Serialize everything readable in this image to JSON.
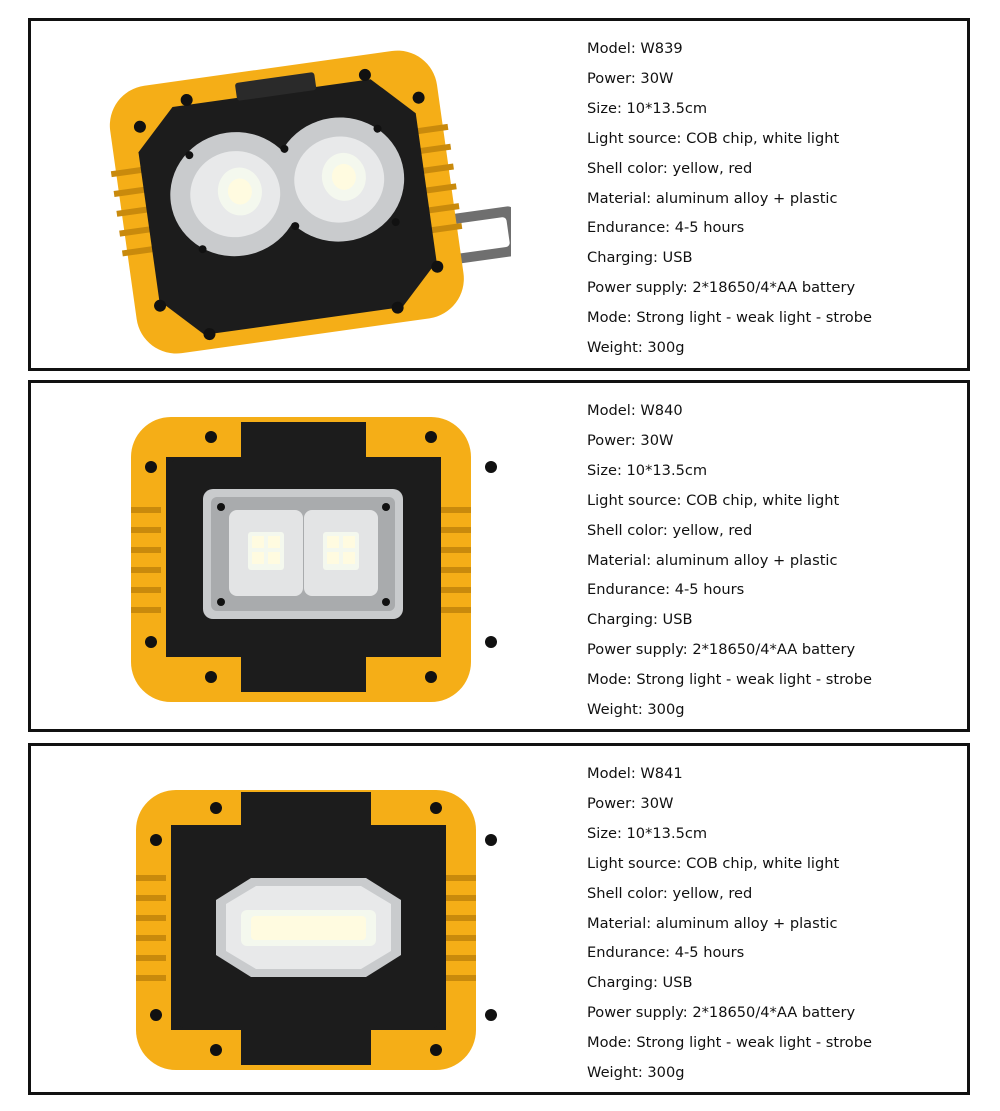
{
  "colors": {
    "shell": "#f5ae17",
    "shell_dark": "#c98a0c",
    "body": "#1c1c1c",
    "reflector": "#c9cbcd",
    "light": "#f4f8ee",
    "frame": "#111111"
  },
  "products": [
    {
      "image_icon": "dual-round-cob-floodlight-icon",
      "specs": [
        "Model: W839",
        "Power: 30W",
        "Size: 10*13.5cm",
        "Light source: COB chip, white light",
        "Shell color: yellow, red",
        "Material: aluminum alloy + plastic",
        "Endurance: 4-5 hours",
        "Charging: USB",
        "Power supply: 2*18650/4*AA battery",
        "Mode: Strong light - weak light - strobe",
        "Weight: 300g"
      ]
    },
    {
      "image_icon": "dual-square-cob-floodlight-icon",
      "specs": [
        "Model: W840",
        "Power: 30W",
        "Size: 10*13.5cm",
        "Light source: COB chip, white light",
        "Shell color: yellow, red",
        "Material: aluminum alloy + plastic",
        "Endurance: 4-5 hours",
        "Charging: USB",
        "Power supply: 2*18650/4*AA battery",
        "Mode: Strong light - weak light - strobe",
        "Weight: 300g"
      ]
    },
    {
      "image_icon": "single-bar-cob-floodlight-icon",
      "specs": [
        "Model: W841",
        "Power: 30W",
        "Size: 10*13.5cm",
        "Light source: COB chip, white light",
        "Shell color: yellow, red",
        "Material: aluminum alloy + plastic",
        "Endurance: 4-5 hours",
        "Charging: USB",
        "Power supply: 2*18650/4*AA battery",
        "Mode: Strong light - weak light - strobe",
        "Weight: 300g"
      ]
    }
  ]
}
